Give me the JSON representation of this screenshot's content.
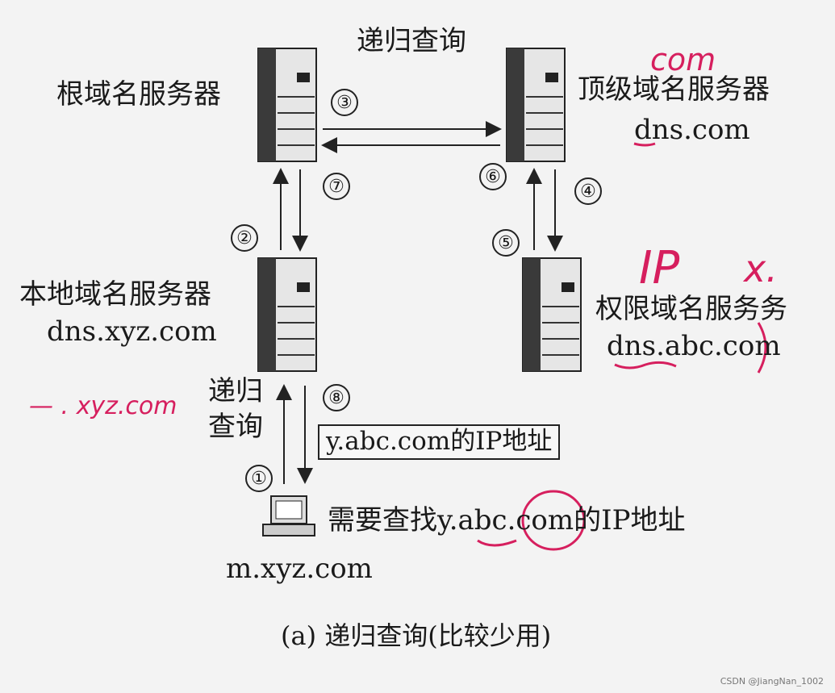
{
  "title_top": "递归查询",
  "servers": {
    "root": {
      "name": "根域名服务器"
    },
    "tld": {
      "name": "顶级域名服务器",
      "host": "dns.com"
    },
    "local": {
      "name": "本地域名服务器",
      "host": "dns.xyz.com"
    },
    "auth": {
      "name": "权限域名服务务",
      "host": "dns.abc.com"
    }
  },
  "client": {
    "host": "m.xyz.com",
    "query": "需要查找y.abc.com的IP地址"
  },
  "answer_box": "y.abc.com的IP地址",
  "recursive_label": [
    "递归",
    "查询"
  ],
  "steps": [
    "①",
    "②",
    "③",
    "④",
    "⑤",
    "⑥",
    "⑦",
    "⑧"
  ],
  "caption": "(a) 递归查询(比较少用)",
  "annotations": {
    "com_note": "com",
    "ip_note": "IP",
    "x_note": "x.",
    "xyz_note": "— . xyz.com"
  },
  "watermark": "CSDN @JiangNan_1002",
  "colors": {
    "ink": "#1a1a1a",
    "handwriting": "#d61f5e",
    "background": "#f3f3f3"
  }
}
